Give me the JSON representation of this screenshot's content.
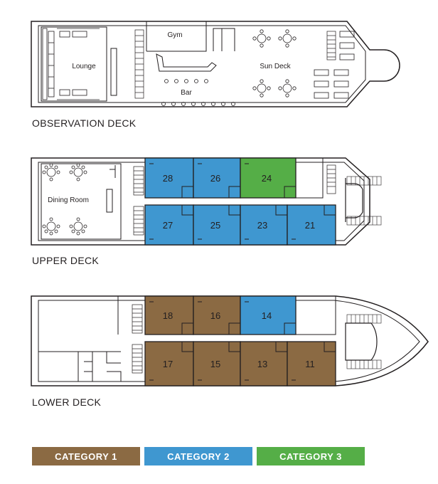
{
  "colors": {
    "category_1": "#8b6a43",
    "category_2": "#3f97d0",
    "category_3": "#55ae47",
    "line": "#231f20"
  },
  "decks": {
    "observation": {
      "title": "OBSERVATION DECK",
      "rooms": {
        "lounge": "Lounge",
        "gym": "Gym",
        "bar": "Bar",
        "sun_deck": "Sun Deck"
      }
    },
    "upper": {
      "title": "UPPER DECK",
      "rooms": {
        "dining": "Dining Room"
      },
      "cabins": [
        {
          "number": "28",
          "category": 2
        },
        {
          "number": "26",
          "category": 2
        },
        {
          "number": "24",
          "category": 3
        },
        {
          "number": "27",
          "category": 2
        },
        {
          "number": "25",
          "category": 2
        },
        {
          "number": "23",
          "category": 2
        },
        {
          "number": "21",
          "category": 2
        }
      ]
    },
    "lower": {
      "title": "LOWER DECK",
      "cabins": [
        {
          "number": "18",
          "category": 1
        },
        {
          "number": "16",
          "category": 1
        },
        {
          "number": "14",
          "category": 2
        },
        {
          "number": "17",
          "category": 1
        },
        {
          "number": "15",
          "category": 1
        },
        {
          "number": "13",
          "category": 1
        },
        {
          "number": "11",
          "category": 1
        }
      ]
    }
  },
  "legend": [
    {
      "label": "CATEGORY 1",
      "category": 1
    },
    {
      "label": "CATEGORY 2",
      "category": 2
    },
    {
      "label": "CATEGORY 3",
      "category": 3
    }
  ]
}
